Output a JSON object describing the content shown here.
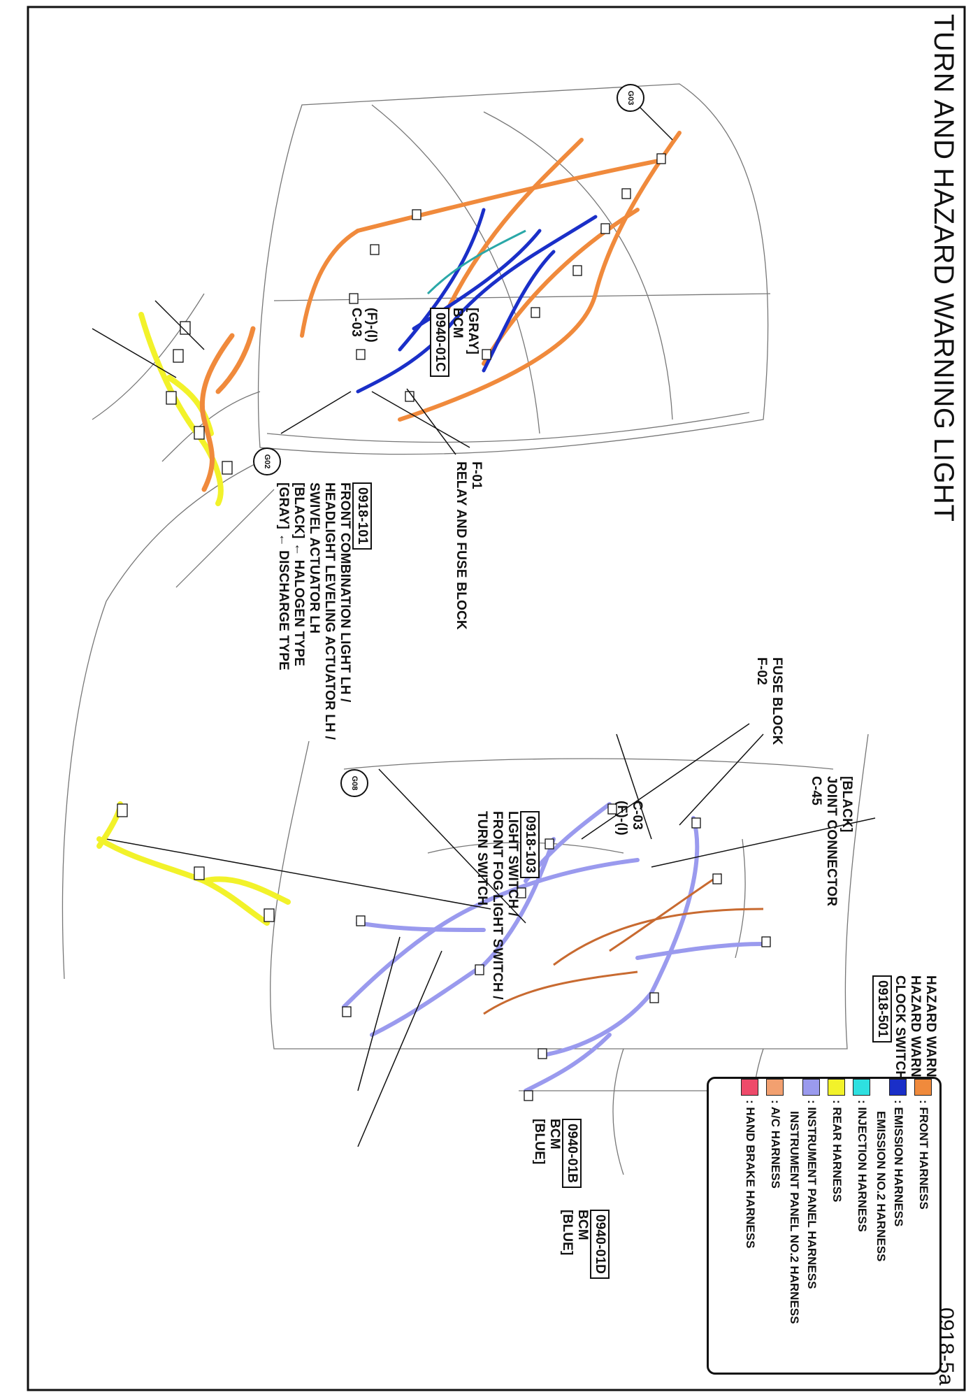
{
  "title": "TURN AND HAZARD WARNING LIGHT",
  "page_number": "0918-5a",
  "legend": [
    {
      "label": ": FRONT HARNESS",
      "color": "#f08a3c"
    },
    {
      "label": ": EMISSION HARNESS",
      "color": "#1a2fc8",
      "sub": "EMISSION NO.2 HARNESS"
    },
    {
      "label": ": INJECTION HARNESS",
      "color": "#2ee0e0"
    },
    {
      "label": ": REAR HARNESS",
      "color": "#f2f22a"
    },
    {
      "label": ": INSTRUMENT PANEL HARNESS",
      "color": "#9a9aee",
      "sub": "INSTRUMENT PANEL NO.2 HARNESS"
    },
    {
      "label": ": A/C HARNESS",
      "color": "#f2a070"
    },
    {
      "label": ": HAND BRAKE HARNESS",
      "color": "#ee4a6a"
    }
  ],
  "grounds": {
    "g03": "G03",
    "g02": "G02",
    "g08": "G08"
  },
  "callouts": {
    "relay_fuse": {
      "code": "F-01",
      "name": "RELAY AND FUSE BLOCK"
    },
    "front_combo": {
      "box": "0918-101",
      "lines": [
        "FRONT COMBINATION LIGHT LH /",
        "HEADLIGHT LEVELING ACTUATOR LH /",
        "SWIVEL ACTUATOR LH",
        "[BLACK] ← HALOGEN TYPE",
        "[GRAY] ← DISCHARGE TYPE"
      ]
    },
    "bcm_c": {
      "lines": [
        "[GRAY]",
        "BCM"
      ],
      "box": "0940-01C"
    },
    "c03_left": {
      "lines": [
        "(F)-(I)",
        "C-03"
      ]
    },
    "fuse_block": {
      "lines": [
        "FUSE BLOCK",
        "F-02"
      ]
    },
    "joint_conn": {
      "lines": [
        "[BLACK]",
        "JOINT CONNECTOR",
        "C-45"
      ]
    },
    "c03_right": {
      "lines": [
        "C-03",
        "(F)-(I)"
      ]
    },
    "light_switch": {
      "box": "0918-103",
      "lines": [
        "LIGHT SWITCH /",
        "FRONT FOG LIGHT SWITCH /",
        "TURN SWITCH"
      ]
    },
    "hazard": {
      "lines": [
        "HAZARD WARNING SWITCH /",
        "HAZARD WARNING SWITCH ILLUMINATION /",
        "CLOCK SWITCH"
      ],
      "box": "0918-501"
    },
    "bcm_b": {
      "box": "0940-01B",
      "lines": [
        "BCM",
        "[BLUE]"
      ]
    },
    "bcm_d": {
      "box": "0940-01D",
      "lines": [
        "BCM",
        "[BLUE]"
      ]
    }
  }
}
